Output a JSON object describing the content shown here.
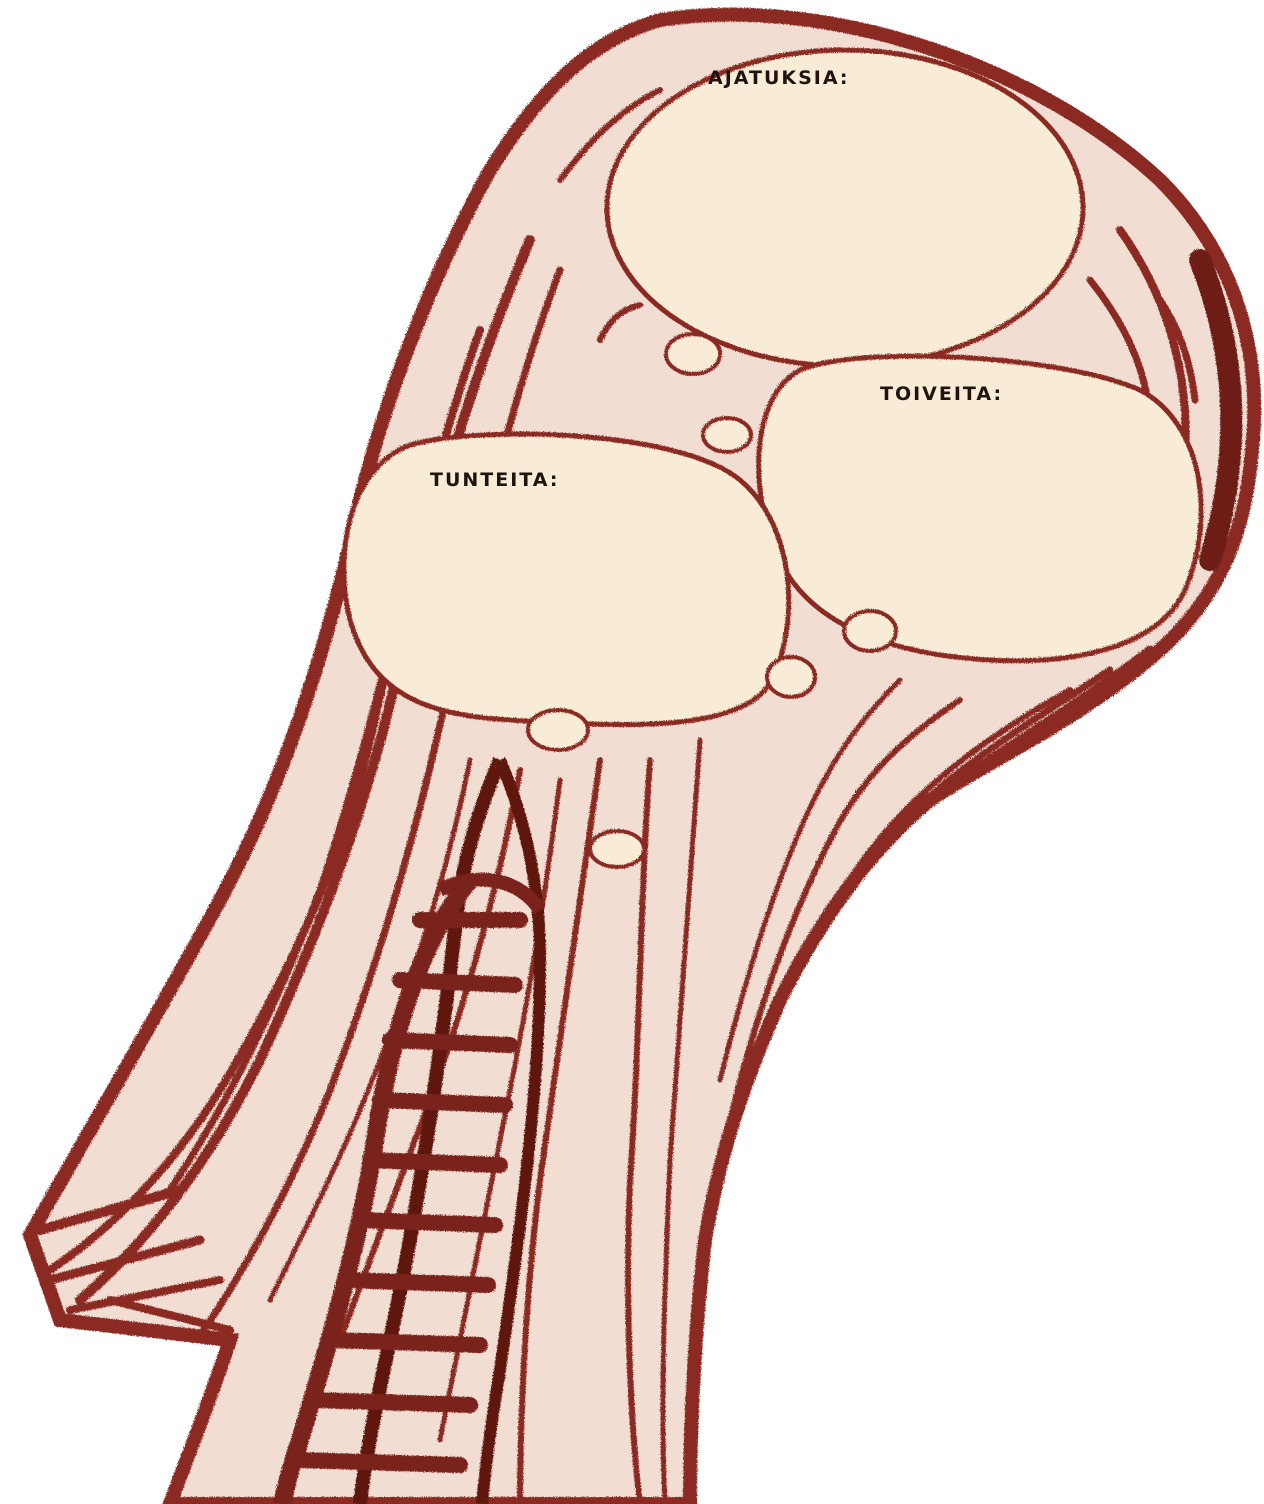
{
  "colors": {
    "ink": "#8a2a22",
    "ink_dark": "#5e1610",
    "skin": "#f1ddd2",
    "skin_shadow": "#e6c5b8",
    "bubble_fill": "#f8ecd6",
    "label_text": "#1f1410",
    "background": "#ffffff"
  },
  "bubbles": [
    {
      "label": "AJATUKSIA:"
    },
    {
      "label": "TOIVEITA:"
    },
    {
      "label": "TUNTEITA:"
    }
  ]
}
